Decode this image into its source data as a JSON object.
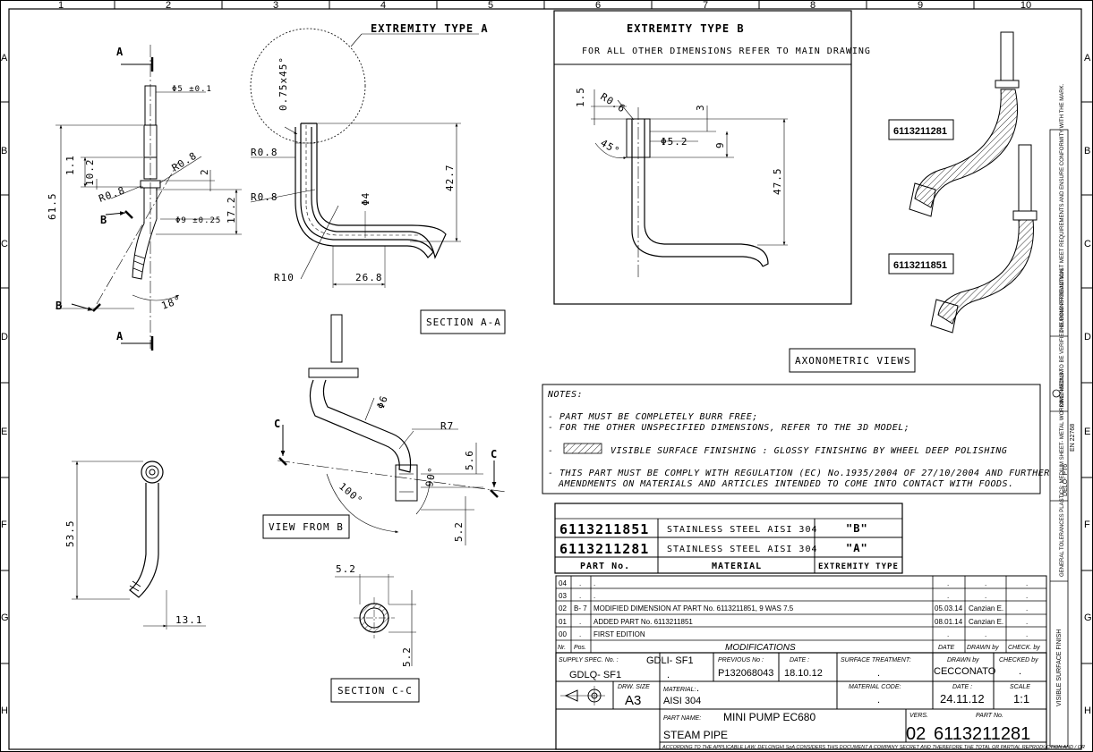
{
  "frame": {
    "columns": [
      "1",
      "2",
      "3",
      "4",
      "5",
      "6",
      "7",
      "8",
      "9",
      "10"
    ],
    "rows": [
      "A",
      "B",
      "C",
      "D",
      "E",
      "F",
      "G",
      "H"
    ]
  },
  "views": {
    "front": {
      "section_marks": [
        "A",
        "A",
        "B",
        "B"
      ],
      "dims": [
        "Φ5 ±0.1",
        "R0.8",
        "R0.8",
        "1.1",
        "10.2",
        "2",
        "61.5",
        "Φ9 ±0.25",
        "17.2",
        "18°"
      ]
    },
    "section_aa": {
      "label": "SECTION A-A",
      "dims": [
        "0.75x45°",
        "R0.8",
        "R0.8",
        "Φ4",
        "42.7",
        "R10",
        "26.8"
      ]
    },
    "extremity_a": {
      "label": "EXTREMITY TYPE A"
    },
    "extremity_b": {
      "title": "EXTREMITY TYPE B",
      "subtitle": "FOR ALL OTHER DIMENSIONS REFER TO MAIN DRAWING",
      "dims": [
        "1.5",
        "R0.6",
        "45°",
        "3",
        "Φ5.2",
        "9",
        "47.5"
      ]
    },
    "view_from_b": {
      "label": "VIEW FROM B",
      "dims": [
        "C",
        "C",
        "Φ6",
        "R7",
        "5.6",
        "90°",
        "100°",
        "5.2"
      ]
    },
    "left_view": {
      "dims": [
        "53.5",
        "13.1"
      ]
    },
    "section_cc": {
      "label": "SECTION C-C",
      "dims": [
        "5.2",
        "5.2"
      ]
    },
    "axonometric": {
      "label": "AXONOMETRIC VIEWS",
      "parts": [
        "6113211281",
        "6113211851"
      ]
    }
  },
  "notes": {
    "title": "NOTES:",
    "lines": [
      "- PART MUST BE COMPLETELY BURR FREE;",
      "- FOR THE OTHER UNSPECIFIED DIMENSIONS, REFER TO THE 3D MODEL;",
      "-",
      "VISIBLE SURFACE FINISHING : GLOSSY FINISHING BY WHEEL DEEP POLISHING",
      "- THIS PART MUST BE COMPLY WITH REGULATION (EC) No.1935/2004 OF 27/10/2004 AND FURTHER",
      "AMENDMENTS ON MATERIALS AND ARTICLES INTENDED TO COME INTO CONTACT WITH FOODS."
    ]
  },
  "parts_table": {
    "headers": [
      "PART No.",
      "MATERIAL",
      "EXTREMITY TYPE"
    ],
    "rows": [
      {
        "part": "6113211851",
        "material": "STAINLESS STEEL AISI 304",
        "ext": "\"B\""
      },
      {
        "part": "6113211281",
        "material": "STAINLESS STEEL AISI 304",
        "ext": "\"A\""
      }
    ]
  },
  "revisions": {
    "rows": [
      {
        "nr": "04",
        "pos": ".",
        "text": ".",
        "date": ".",
        "drawn": ".",
        "check": "."
      },
      {
        "nr": "03",
        "pos": ".",
        "text": ".",
        "date": ".",
        "drawn": ".",
        "check": "."
      },
      {
        "nr": "02",
        "pos": "B- 7",
        "text": "MODIFIED DIMENSION AT PART No. 6113211851, 9 WAS 7.5",
        "date": "05.03.14",
        "drawn": "Canzian E.",
        "check": "."
      },
      {
        "nr": "01",
        "pos": ".",
        "text": "ADDED PART No. 6113211851",
        "date": "08.01.14",
        "drawn": "Canzian E.",
        "check": "."
      },
      {
        "nr": "00",
        "pos": ".",
        "text": "FIRST EDITION",
        "date": ".",
        "drawn": ".",
        "check": "."
      }
    ],
    "headers": {
      "nr": "Nr.",
      "pos": "Pos.",
      "mods": "MODIFICATIONS",
      "date": "DATE",
      "drawn": "DRAWN by",
      "check": "CHECK. by"
    }
  },
  "title_block": {
    "supply_spec_label": "SUPPLY SPEC. No. :",
    "supply_spec_1": "GDLI- SF1",
    "supply_spec_2": "GDLQ- SF1",
    "previous_label": "PREVIOUS No :",
    "previous": "P132068043",
    "date_label_1": "DATE :",
    "date_1": "18.10.12",
    "surface_label": "SURFACE TREATMENT:",
    "surface": ".",
    "drawn_label": "DRAWN by",
    "drawn": "CECCONATO",
    "checked_label": "CHECKED by",
    "checked": ".",
    "dot_1": ".",
    "drw_size_label": "DRW. SIZE",
    "drw_size": "A3",
    "material_label": "MATERIAL:",
    "material_dot": ".",
    "material": "AISI 304",
    "material_code_label": "MATERIAL CODE:",
    "material_code": ".",
    "date_label_2": "DATE :",
    "date_2": "24.11.12",
    "scale_label": "SCALE",
    "scale": "1:1",
    "part_name_label": "PART NAME:",
    "part_name_1": "MINI PUMP EC680",
    "part_name_2": "STEAM PIPE",
    "vers_label": "VERS.",
    "vers": "02",
    "part_no_label": "PART No.",
    "part_no": "6113211281",
    "legal": "ACCORDING TO THE APPLICABLE LAW, DE'LONGHI SpA CONSIDERS THIS DOCUMENT A COMPANY SECRET AND THEREFORE THE TOTAL OR PARTIAL REPRODUCTION AND / OR"
  },
  "side_strip": {
    "t1": "THE DOWNSTREAM MUST MEET REQUIREMENTS AND ENSURE CONFORMITY WITH THE MARK.",
    "t2": "DIMENSIONS TO BE VERIFIED DURING PRODUCTION.",
    "t3": "EN 22768",
    "t4": "DELO- PT6",
    "t5": "GENERAL TOLERANCES PLASTICS: MEDIUM SHEET- METAL WORKING: MEDIUM",
    "t6": "VISIBLE SURFACE FINISH"
  }
}
